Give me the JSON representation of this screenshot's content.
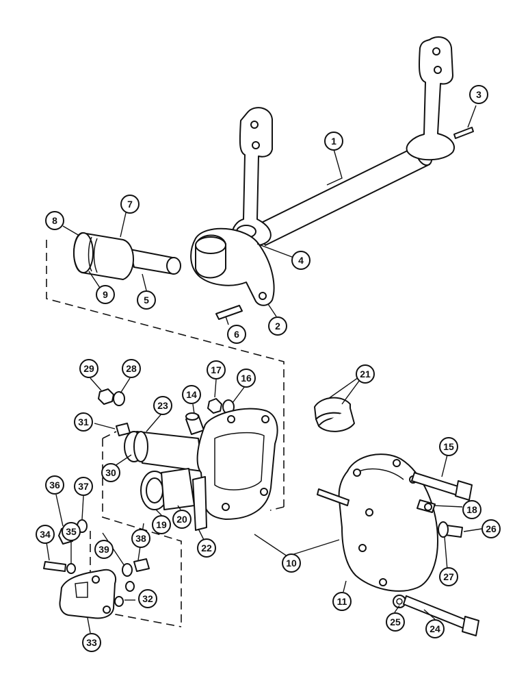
{
  "callouts": [
    {
      "id": "1",
      "label": "1"
    },
    {
      "id": "2",
      "label": "2"
    },
    {
      "id": "3",
      "label": "3"
    },
    {
      "id": "4",
      "label": "4"
    },
    {
      "id": "5",
      "label": "5"
    },
    {
      "id": "6",
      "label": "6"
    },
    {
      "id": "7",
      "label": "7"
    },
    {
      "id": "8",
      "label": "8"
    },
    {
      "id": "9",
      "label": "9"
    },
    {
      "id": "10",
      "label": "10"
    },
    {
      "id": "11",
      "label": "11"
    },
    {
      "id": "14",
      "label": "14"
    },
    {
      "id": "15",
      "label": "15"
    },
    {
      "id": "16",
      "label": "16"
    },
    {
      "id": "17",
      "label": "17"
    },
    {
      "id": "18",
      "label": "18"
    },
    {
      "id": "19",
      "label": "19"
    },
    {
      "id": "20",
      "label": "20"
    },
    {
      "id": "21",
      "label": "21"
    },
    {
      "id": "22",
      "label": "22"
    },
    {
      "id": "23",
      "label": "23"
    },
    {
      "id": "24",
      "label": "24"
    },
    {
      "id": "25",
      "label": "25"
    },
    {
      "id": "26",
      "label": "26"
    },
    {
      "id": "27",
      "label": "27"
    },
    {
      "id": "28",
      "label": "28"
    },
    {
      "id": "29",
      "label": "29"
    },
    {
      "id": "30",
      "label": "30"
    },
    {
      "id": "31",
      "label": "31"
    },
    {
      "id": "32",
      "label": "32"
    },
    {
      "id": "33",
      "label": "33"
    },
    {
      "id": "34",
      "label": "34"
    },
    {
      "id": "35",
      "label": "35"
    },
    {
      "id": "36",
      "label": "36"
    },
    {
      "id": "37",
      "label": "37"
    },
    {
      "id": "38",
      "label": "38"
    },
    {
      "id": "39",
      "label": "39"
    }
  ]
}
